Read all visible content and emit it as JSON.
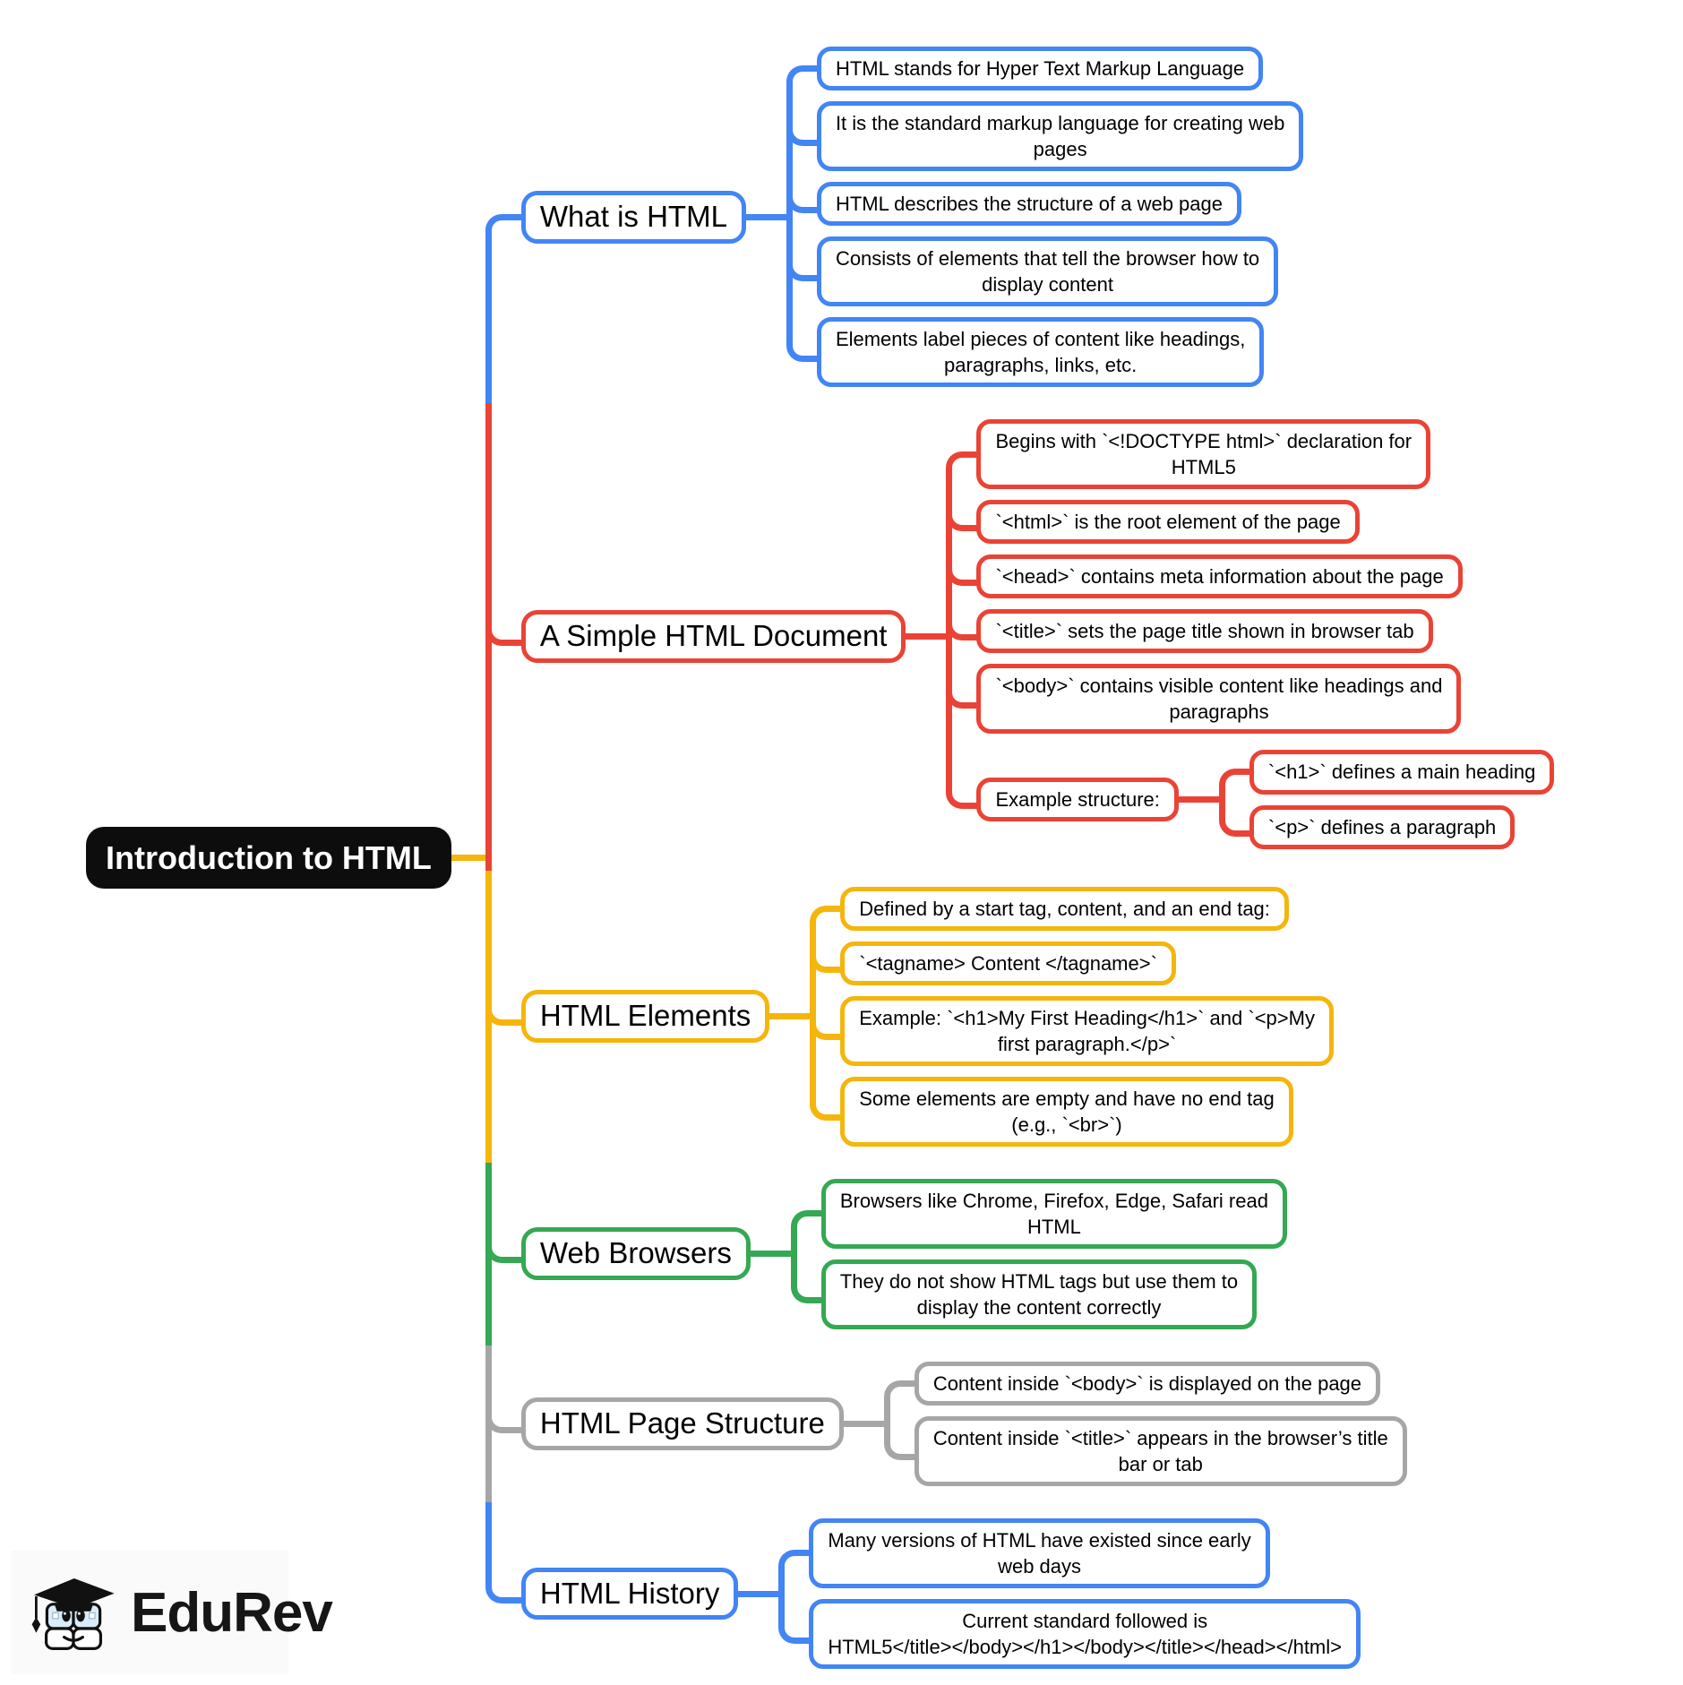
{
  "palette": {
    "blue": "#4285F4",
    "red": "#EA4335",
    "yellow": "#F5B50B",
    "green": "#34A853",
    "gray": "#A6A6A6",
    "background": "#FFFFFF"
  },
  "root": {
    "label": "Introduction to HTML",
    "bg": "#0D0D0D",
    "text_color": "#FFFFFF",
    "stub_color": "#F5B50B"
  },
  "branches": [
    {
      "label": "What is HTML",
      "color": "#4285F4",
      "children": [
        {
          "text": "HTML stands for Hyper Text Markup Language"
        },
        {
          "text": "It is the standard markup language for creating web\npages"
        },
        {
          "text": "HTML describes the structure of a web page"
        },
        {
          "text": "Consists of elements that tell the browser how to\ndisplay content"
        },
        {
          "text": "Elements label pieces of content like headings,\nparagraphs, links, etc."
        }
      ]
    },
    {
      "label": "A Simple HTML Document",
      "color": "#EA4335",
      "children": [
        {
          "text": "Begins with `<!DOCTYPE html>` declaration for\nHTML5"
        },
        {
          "text": "`<html>` is the root element of the page"
        },
        {
          "text": "`<head>` contains meta information about the page"
        },
        {
          "text": "`<title>` sets the page title shown in browser tab"
        },
        {
          "text": "`<body>` contains visible content like headings and\nparagraphs"
        },
        {
          "text": "Example structure:",
          "children": [
            {
              "text": "`<h1>` defines a main heading"
            },
            {
              "text": "`<p>` defines a paragraph"
            }
          ]
        }
      ]
    },
    {
      "label": "HTML Elements",
      "color": "#F5B50B",
      "children": [
        {
          "text": "Defined by a start tag, content, and an end tag:"
        },
        {
          "text": "`<tagname> Content </tagname>`"
        },
        {
          "text": "Example: `<h1>My First Heading</h1>` and `<p>My\nfirst paragraph.</p>`"
        },
        {
          "text": "Some elements are empty and have no end tag\n(e.g., `<br>`)"
        }
      ]
    },
    {
      "label": "Web Browsers",
      "color": "#34A853",
      "children": [
        {
          "text": "Browsers like Chrome, Firefox, Edge, Safari read\nHTML"
        },
        {
          "text": "They do not show HTML tags but use them to\ndisplay the content correctly"
        }
      ]
    },
    {
      "label": "HTML Page Structure",
      "color": "#A6A6A6",
      "children": [
        {
          "text": "Content inside `<body>` is displayed on the page"
        },
        {
          "text": "Content inside `<title>` appears in the browser’s title\nbar or tab"
        }
      ]
    },
    {
      "label": "HTML History",
      "color": "#4285F4",
      "children": [
        {
          "text": "Many versions of HTML have existed since early\nweb days"
        },
        {
          "text": "Current standard followed is\nHTML5</title></body></h1></body></title></head></html>"
        }
      ]
    }
  ],
  "logo": {
    "brand": "EduRev"
  }
}
